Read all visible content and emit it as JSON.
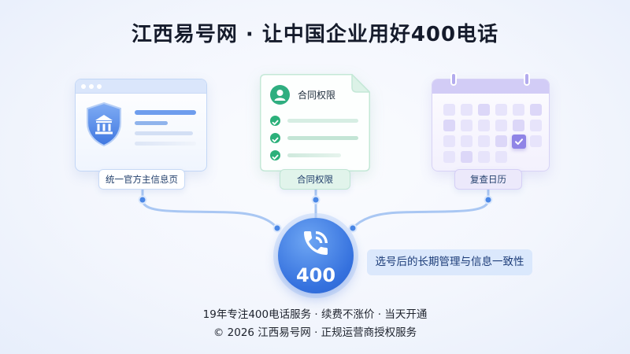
{
  "header": {
    "title": "江西易号网 · 让中国企业用好400电话"
  },
  "cards": {
    "official_page": {
      "label": "统一官方主信息页"
    },
    "contract": {
      "heading": "合同权限",
      "label": "合同权限"
    },
    "calendar": {
      "label": "复查日历"
    }
  },
  "hub": {
    "number": "400",
    "note": "选号后的长期管理与信息一致性"
  },
  "footer": {
    "line1": "19年专注400电话服务 · 续费不涨价 · 当天开通",
    "line2": "© 2026 江西易号网 · 正规运营商授权服务"
  },
  "icons": {
    "official_page": "bank-shield-icon",
    "contract_avatar": "user-avatar-icon",
    "contract_checks": "check-circle-icon",
    "calendar_checked_day": "check-icon",
    "hub": "phone-in-talk-icon"
  },
  "colors": {
    "primary_blue": "#3571de",
    "connector_blue": "#a9c7f3",
    "check_green": "#2bb07a",
    "calendar_purple": "#8f84e6",
    "title_text": "#151b2b"
  }
}
